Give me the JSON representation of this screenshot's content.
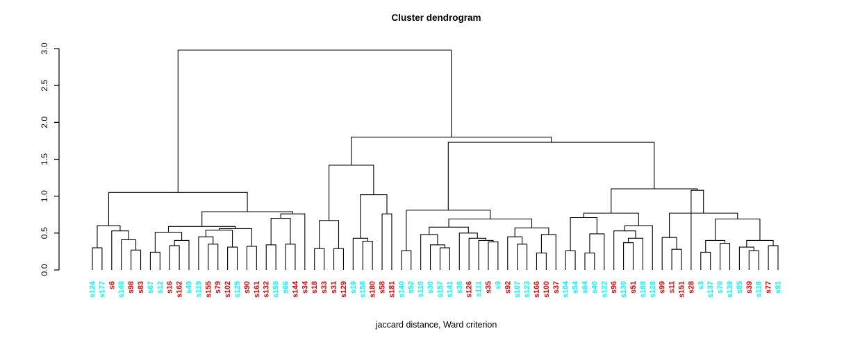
{
  "chart_data": {
    "type": "dendrogram",
    "title": "Cluster dendrogram",
    "xlabel": "jaccard distance, Ward criterion",
    "ylabel": "",
    "ylim": [
      0,
      3
    ],
    "yticks": [
      "0.0",
      "0.5",
      "1.0",
      "1.5",
      "2.0",
      "2.5",
      "3.0"
    ],
    "grid": false,
    "legend": "none",
    "label_colors": {
      "red": "#ff0000",
      "cyan": "#00ffff"
    },
    "line_color": "#000000",
    "leaves": [
      {
        "label": "s124",
        "color": "cyan"
      },
      {
        "label": "s177",
        "color": "cyan"
      },
      {
        "label": "s6",
        "color": "red"
      },
      {
        "label": "s148",
        "color": "cyan"
      },
      {
        "label": "s98",
        "color": "red"
      },
      {
        "label": "s83",
        "color": "red"
      },
      {
        "label": "s67",
        "color": "cyan"
      },
      {
        "label": "s12",
        "color": "cyan"
      },
      {
        "label": "s16",
        "color": "red"
      },
      {
        "label": "s162",
        "color": "red"
      },
      {
        "label": "s49",
        "color": "cyan"
      },
      {
        "label": "s119",
        "color": "cyan"
      },
      {
        "label": "s155",
        "color": "red"
      },
      {
        "label": "s79",
        "color": "red"
      },
      {
        "label": "s102",
        "color": "red"
      },
      {
        "label": "s125",
        "color": "cyan"
      },
      {
        "label": "s90",
        "color": "red"
      },
      {
        "label": "s161",
        "color": "red"
      },
      {
        "label": "s132",
        "color": "red"
      },
      {
        "label": "s159",
        "color": "cyan"
      },
      {
        "label": "s66",
        "color": "cyan"
      },
      {
        "label": "s144",
        "color": "red"
      },
      {
        "label": "s34",
        "color": "red"
      },
      {
        "label": "s18",
        "color": "red"
      },
      {
        "label": "s33",
        "color": "red"
      },
      {
        "label": "s31",
        "color": "red"
      },
      {
        "label": "s129",
        "color": "red"
      },
      {
        "label": "s19",
        "color": "cyan"
      },
      {
        "label": "s158",
        "color": "cyan"
      },
      {
        "label": "s180",
        "color": "red"
      },
      {
        "label": "s58",
        "color": "red"
      },
      {
        "label": "s181",
        "color": "red"
      },
      {
        "label": "s140",
        "color": "cyan"
      },
      {
        "label": "s52",
        "color": "cyan"
      },
      {
        "label": "s110",
        "color": "cyan"
      },
      {
        "label": "s30",
        "color": "cyan"
      },
      {
        "label": "s157",
        "color": "cyan"
      },
      {
        "label": "s141",
        "color": "cyan"
      },
      {
        "label": "s36",
        "color": "cyan"
      },
      {
        "label": "s126",
        "color": "red"
      },
      {
        "label": "s111",
        "color": "cyan"
      },
      {
        "label": "s35",
        "color": "red"
      },
      {
        "label": "s9",
        "color": "cyan"
      },
      {
        "label": "s92",
        "color": "red"
      },
      {
        "label": "s107",
        "color": "cyan"
      },
      {
        "label": "s123",
        "color": "cyan"
      },
      {
        "label": "s166",
        "color": "red"
      },
      {
        "label": "s100",
        "color": "red"
      },
      {
        "label": "s37",
        "color": "red"
      },
      {
        "label": "s104",
        "color": "cyan"
      },
      {
        "label": "s54",
        "color": "cyan"
      },
      {
        "label": "s64",
        "color": "cyan"
      },
      {
        "label": "s40",
        "color": "cyan"
      },
      {
        "label": "s122",
        "color": "cyan"
      },
      {
        "label": "s96",
        "color": "red"
      },
      {
        "label": "s130",
        "color": "cyan"
      },
      {
        "label": "s51",
        "color": "red"
      },
      {
        "label": "s188",
        "color": "cyan"
      },
      {
        "label": "s128",
        "color": "cyan"
      },
      {
        "label": "s99",
        "color": "red"
      },
      {
        "label": "s11",
        "color": "red"
      },
      {
        "label": "s151",
        "color": "red"
      },
      {
        "label": "s28",
        "color": "red"
      },
      {
        "label": "s3",
        "color": "cyan"
      },
      {
        "label": "s137",
        "color": "cyan"
      },
      {
        "label": "s70",
        "color": "cyan"
      },
      {
        "label": "s139",
        "color": "cyan"
      },
      {
        "label": "s85",
        "color": "cyan"
      },
      {
        "label": "s39",
        "color": "red"
      },
      {
        "label": "s118",
        "color": "cyan"
      },
      {
        "label": "s77",
        "color": "red"
      },
      {
        "label": "s91",
        "color": "cyan"
      }
    ],
    "merges": [
      [
        -1,
        -2,
        0.3
      ],
      [
        -5,
        -6,
        0.27
      ],
      [
        -4,
        2,
        0.41
      ],
      [
        -3,
        3,
        0.53
      ],
      [
        1,
        4,
        0.6
      ],
      [
        -7,
        -8,
        0.24
      ],
      [
        -9,
        -10,
        0.33
      ],
      [
        7,
        -11,
        0.4
      ],
      [
        6,
        8,
        0.51
      ],
      [
        -13,
        -14,
        0.35
      ],
      [
        -12,
        10,
        0.45
      ],
      [
        -15,
        -16,
        0.31
      ],
      [
        11,
        12,
        0.54
      ],
      [
        -17,
        -18,
        0.32
      ],
      [
        13,
        14,
        0.56
      ],
      [
        9,
        15,
        0.59
      ],
      [
        -19,
        -20,
        0.34
      ],
      [
        -21,
        -22,
        0.35
      ],
      [
        17,
        18,
        0.7
      ],
      [
        19,
        -23,
        0.76
      ],
      [
        16,
        20,
        0.79
      ],
      [
        5,
        21,
        1.05
      ],
      [
        -24,
        -25,
        0.29
      ],
      [
        -26,
        -27,
        0.29
      ],
      [
        23,
        24,
        0.67
      ],
      [
        -29,
        -30,
        0.39
      ],
      [
        -28,
        26,
        0.43
      ],
      [
        -31,
        -32,
        0.76
      ],
      [
        27,
        28,
        1.02
      ],
      [
        25,
        29,
        1.42
      ],
      [
        -33,
        -34,
        0.26
      ],
      [
        -37,
        -38,
        0.3
      ],
      [
        -36,
        32,
        0.34
      ],
      [
        -35,
        33,
        0.48
      ],
      [
        -42,
        -43,
        0.38
      ],
      [
        -41,
        35,
        0.4
      ],
      [
        -40,
        36,
        0.43
      ],
      [
        -39,
        37,
        0.5
      ],
      [
        34,
        38,
        0.58
      ],
      [
        -45,
        -46,
        0.35
      ],
      [
        -44,
        40,
        0.45
      ],
      [
        -47,
        -48,
        0.23
      ],
      [
        42,
        -49,
        0.48
      ],
      [
        41,
        43,
        0.57
      ],
      [
        39,
        44,
        0.69
      ],
      [
        31,
        45,
        0.81
      ],
      [
        -50,
        -51,
        0.26
      ],
      [
        -52,
        -53,
        0.23
      ],
      [
        48,
        -54,
        0.49
      ],
      [
        47,
        49,
        0.71
      ],
      [
        -56,
        -57,
        0.37
      ],
      [
        51,
        -58,
        0.43
      ],
      [
        -55,
        52,
        0.53
      ],
      [
        53,
        -59,
        0.6
      ],
      [
        50,
        54,
        0.77
      ],
      [
        -61,
        -62,
        0.28
      ],
      [
        -60,
        56,
        0.44
      ],
      [
        -64,
        -65,
        0.24
      ],
      [
        -66,
        -67,
        0.36
      ],
      [
        58,
        59,
        0.4
      ],
      [
        -69,
        -70,
        0.26
      ],
      [
        -68,
        61,
        0.31
      ],
      [
        -71,
        -72,
        0.33
      ],
      [
        62,
        63,
        0.4
      ],
      [
        60,
        64,
        0.69
      ],
      [
        57,
        65,
        0.77
      ],
      [
        -63,
        66,
        1.08
      ],
      [
        55,
        67,
        1.1
      ],
      [
        46,
        68,
        1.73
      ],
      [
        30,
        69,
        1.8
      ],
      [
        22,
        70,
        2.98
      ]
    ]
  }
}
